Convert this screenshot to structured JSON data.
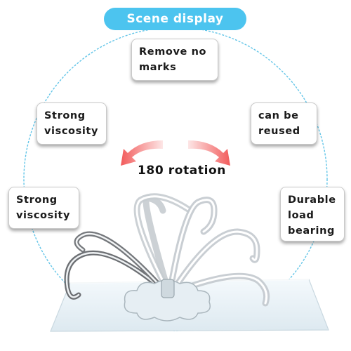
{
  "header": {
    "title": "Scene display"
  },
  "features": [
    {
      "line1": "Remove no",
      "line2": "marks"
    },
    {
      "line1": "Strong",
      "line2": "viscosity"
    },
    {
      "line1": "can be",
      "line2": "reused"
    },
    {
      "line1": "Strong",
      "line2": "viscosity"
    },
    {
      "line1": "Durable",
      "line2": "load",
      "line3": "bearing"
    }
  ],
  "rotation": {
    "label": "180 rotation"
  },
  "colors": {
    "accent": "#4cc4ef",
    "circle": "#62c5e8",
    "arrow": "#f25b5b",
    "text": "#1a1a1a"
  },
  "icons": {
    "left_arrow": "curved-arrow-left-icon",
    "right_arrow": "curved-arrow-right-icon"
  }
}
